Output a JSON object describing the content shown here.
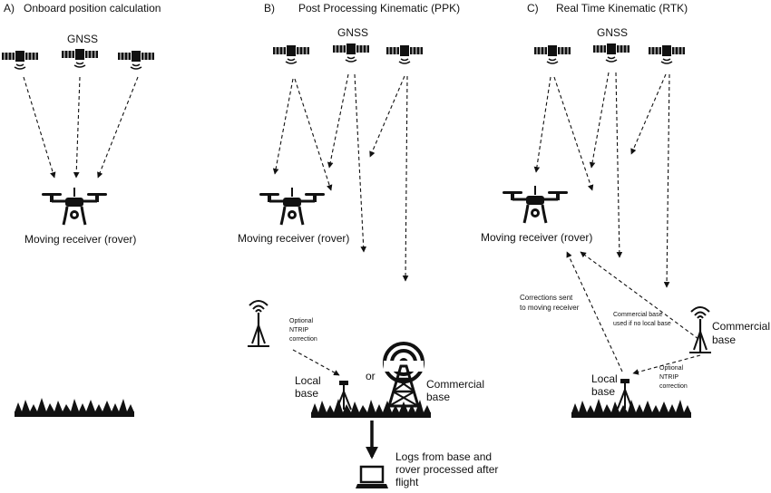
{
  "panels": {
    "a": {
      "letter": "A)",
      "title": "Onboard position calculation",
      "gnss": "GNSS",
      "rover": "Moving receiver (rover)"
    },
    "b": {
      "letter": "B)",
      "title": "Post Processing Kinematic (PPK)",
      "gnss": "GNSS",
      "rover": "Moving receiver (rover)",
      "ntrip": [
        "Optional",
        "NTRIP",
        "correction"
      ],
      "local_base": [
        "Local",
        "base"
      ],
      "or": "or",
      "commercial_base": [
        "Commercial",
        "base"
      ],
      "logs": [
        "Logs from base and",
        "rover processed after",
        "flight"
      ]
    },
    "c": {
      "letter": "C)",
      "title": "Real Time Kinematic (RTK)",
      "gnss": "GNSS",
      "rover": "Moving receiver (rover)",
      "corrections": [
        "Corrections sent",
        "to moving receiver"
      ],
      "commercial_note": [
        "Commercial base",
        "used if no local base"
      ],
      "commercial_base": [
        "Commercial",
        "base"
      ],
      "ntrip": [
        "Optional",
        "NTRIP",
        "correction"
      ],
      "local_base": [
        "Local",
        "base"
      ]
    }
  },
  "icons": {
    "satellite": "satellite-icon",
    "drone": "drone-icon",
    "antenna": "antenna-icon",
    "tower": "radio-tower-icon",
    "tripod": "tripod-base-icon",
    "grass": "grass-icon",
    "laptop": "laptop-icon"
  }
}
